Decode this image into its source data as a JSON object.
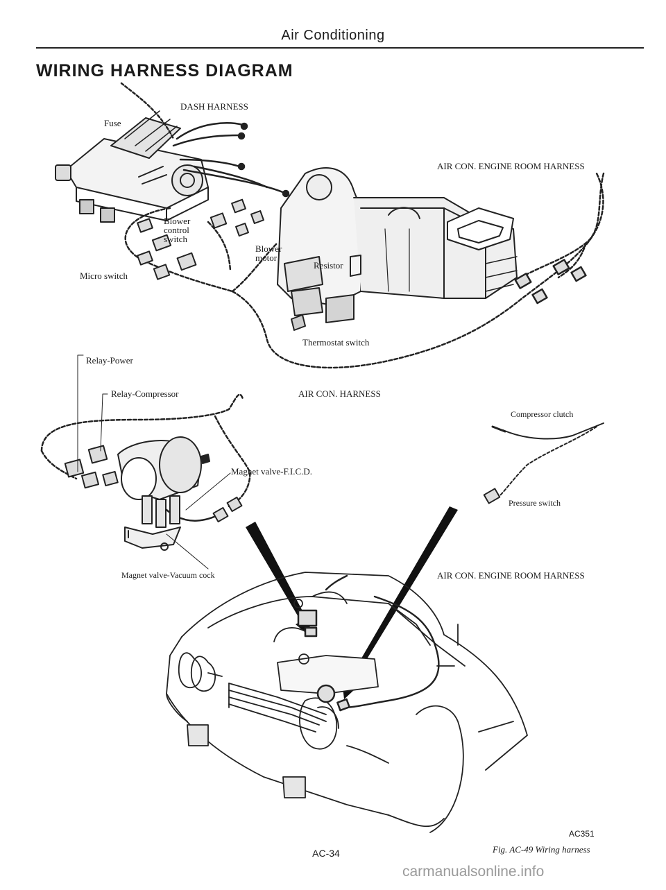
{
  "header": {
    "section": "Air Conditioning",
    "title": "WIRING HARNESS DIAGRAM"
  },
  "labels": {
    "dash_harness": "DASH HARNESS",
    "fuse": "Fuse",
    "air_con_engine_room_harness_top": "AIR CON. ENGINE ROOM HARNESS",
    "blower_control_switch": "Blower\ncontrol\nswitch",
    "blower_motor": "Blower\nmotor",
    "resistor": "Resistor",
    "micro_switch": "Micro switch",
    "thermostat_switch": "Thermostat switch",
    "relay_power": "Relay-Power",
    "relay_compressor": "Relay-Compressor",
    "air_con_harness": "AIR CON. HARNESS",
    "compressor_clutch": "Compressor clutch",
    "magnet_valve_ficd": "Magnet valve-F.I.C.D.",
    "pressure_switch": "Pressure switch",
    "magnet_valve_vacuum_cock": "Magnet valve-Vacuum cock",
    "air_con_engine_room_harness_bottom": "AIR CON. ENGINE ROOM HARNESS"
  },
  "footer": {
    "figure_code": "AC351",
    "caption": "Fig. AC-49  Wiring harness",
    "page_number": "AC-34",
    "watermark": "carmanualsonline.info"
  }
}
